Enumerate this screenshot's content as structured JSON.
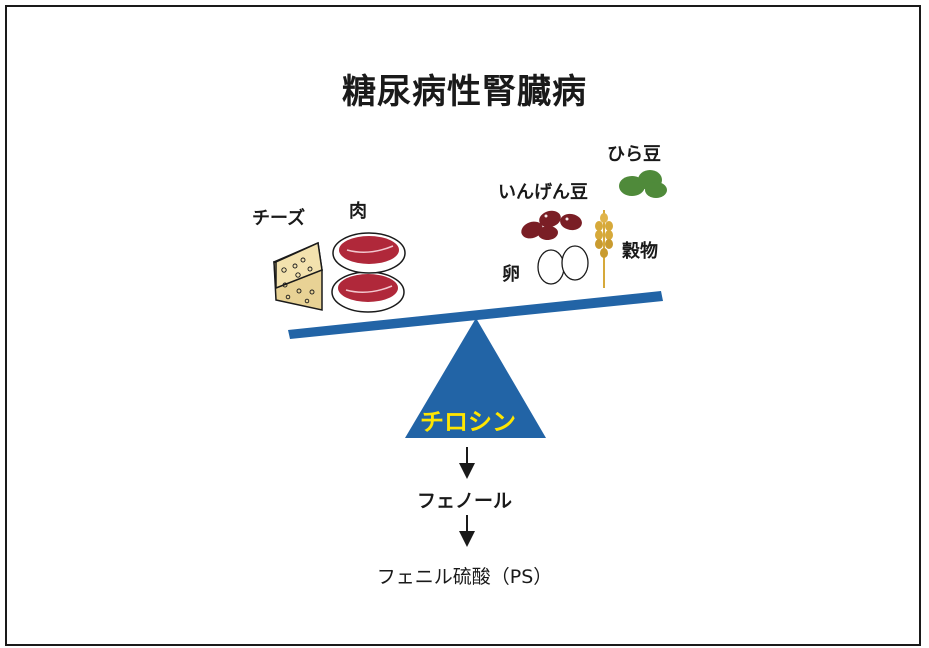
{
  "title": "糖尿病性腎臓病",
  "foods": {
    "cheese": "チーズ",
    "meat": "肉",
    "kidney_beans": "いんげん豆",
    "lentils": "ひら豆",
    "egg": "卵",
    "grain": "穀物"
  },
  "fulcrum_label": "チロシン",
  "pathway": {
    "step1": "フェノール",
    "step2": "フェニル硫酸（PS）"
  },
  "colors": {
    "beam": "#2264a6",
    "fulcrum": "#2264a6",
    "fulcrum_text": "#ffe600",
    "meat": "#b0283a",
    "cheese": "#f0dca3",
    "kidney_bean": "#7a1e25",
    "lentil": "#4f8a3a",
    "grain": "#d6a93a"
  },
  "icons": [
    "cheese-icon",
    "meat-icon",
    "kidney-bean-icon",
    "lentil-icon",
    "egg-icon",
    "grain-icon",
    "arrow-down-icon"
  ]
}
